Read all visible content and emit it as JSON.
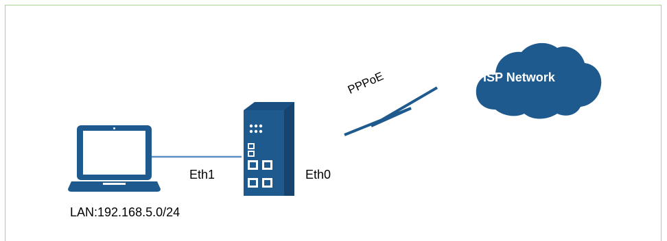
{
  "labels": {
    "eth1": "Eth1",
    "eth0": "Eth0",
    "lan": "LAN:192.168.5.0/24",
    "wan_protocol": "PPPoE",
    "cloud": "ISP Network"
  },
  "colors": {
    "device_blue": "#1f5a8e",
    "frame_green": "#a9d08e",
    "line_blue": "#5b8ec7"
  },
  "icons": [
    "laptop-icon",
    "router-icon",
    "wireless-link-icon",
    "cloud-icon"
  ]
}
